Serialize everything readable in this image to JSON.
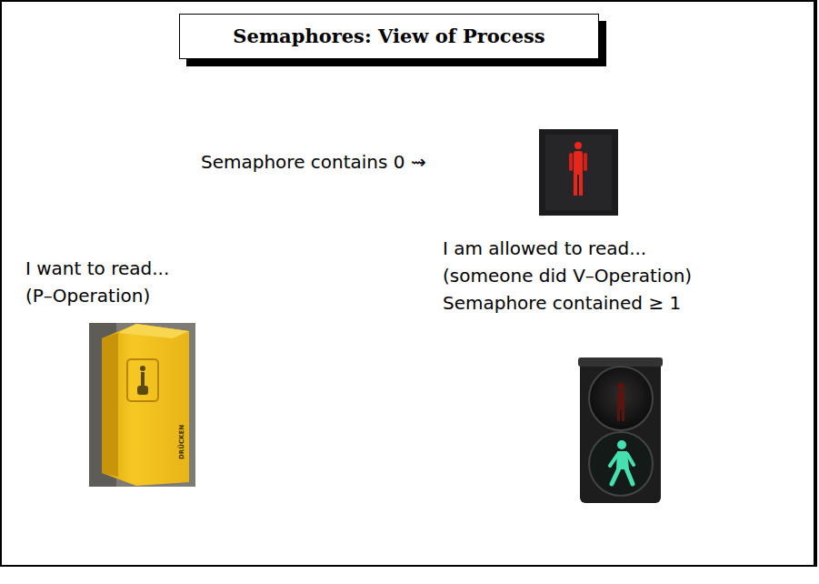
{
  "diagram": {
    "title": "Semaphores: View of Process",
    "labels": [
      "Semaphore contains 0 ⇝",
      "I want to read...",
      "(P–Operation)",
      "I am allowed to read...",
      "(someone did V–Operation)",
      "Semaphore contained ≥ 1",
      "DRÜCKEN"
    ]
  }
}
